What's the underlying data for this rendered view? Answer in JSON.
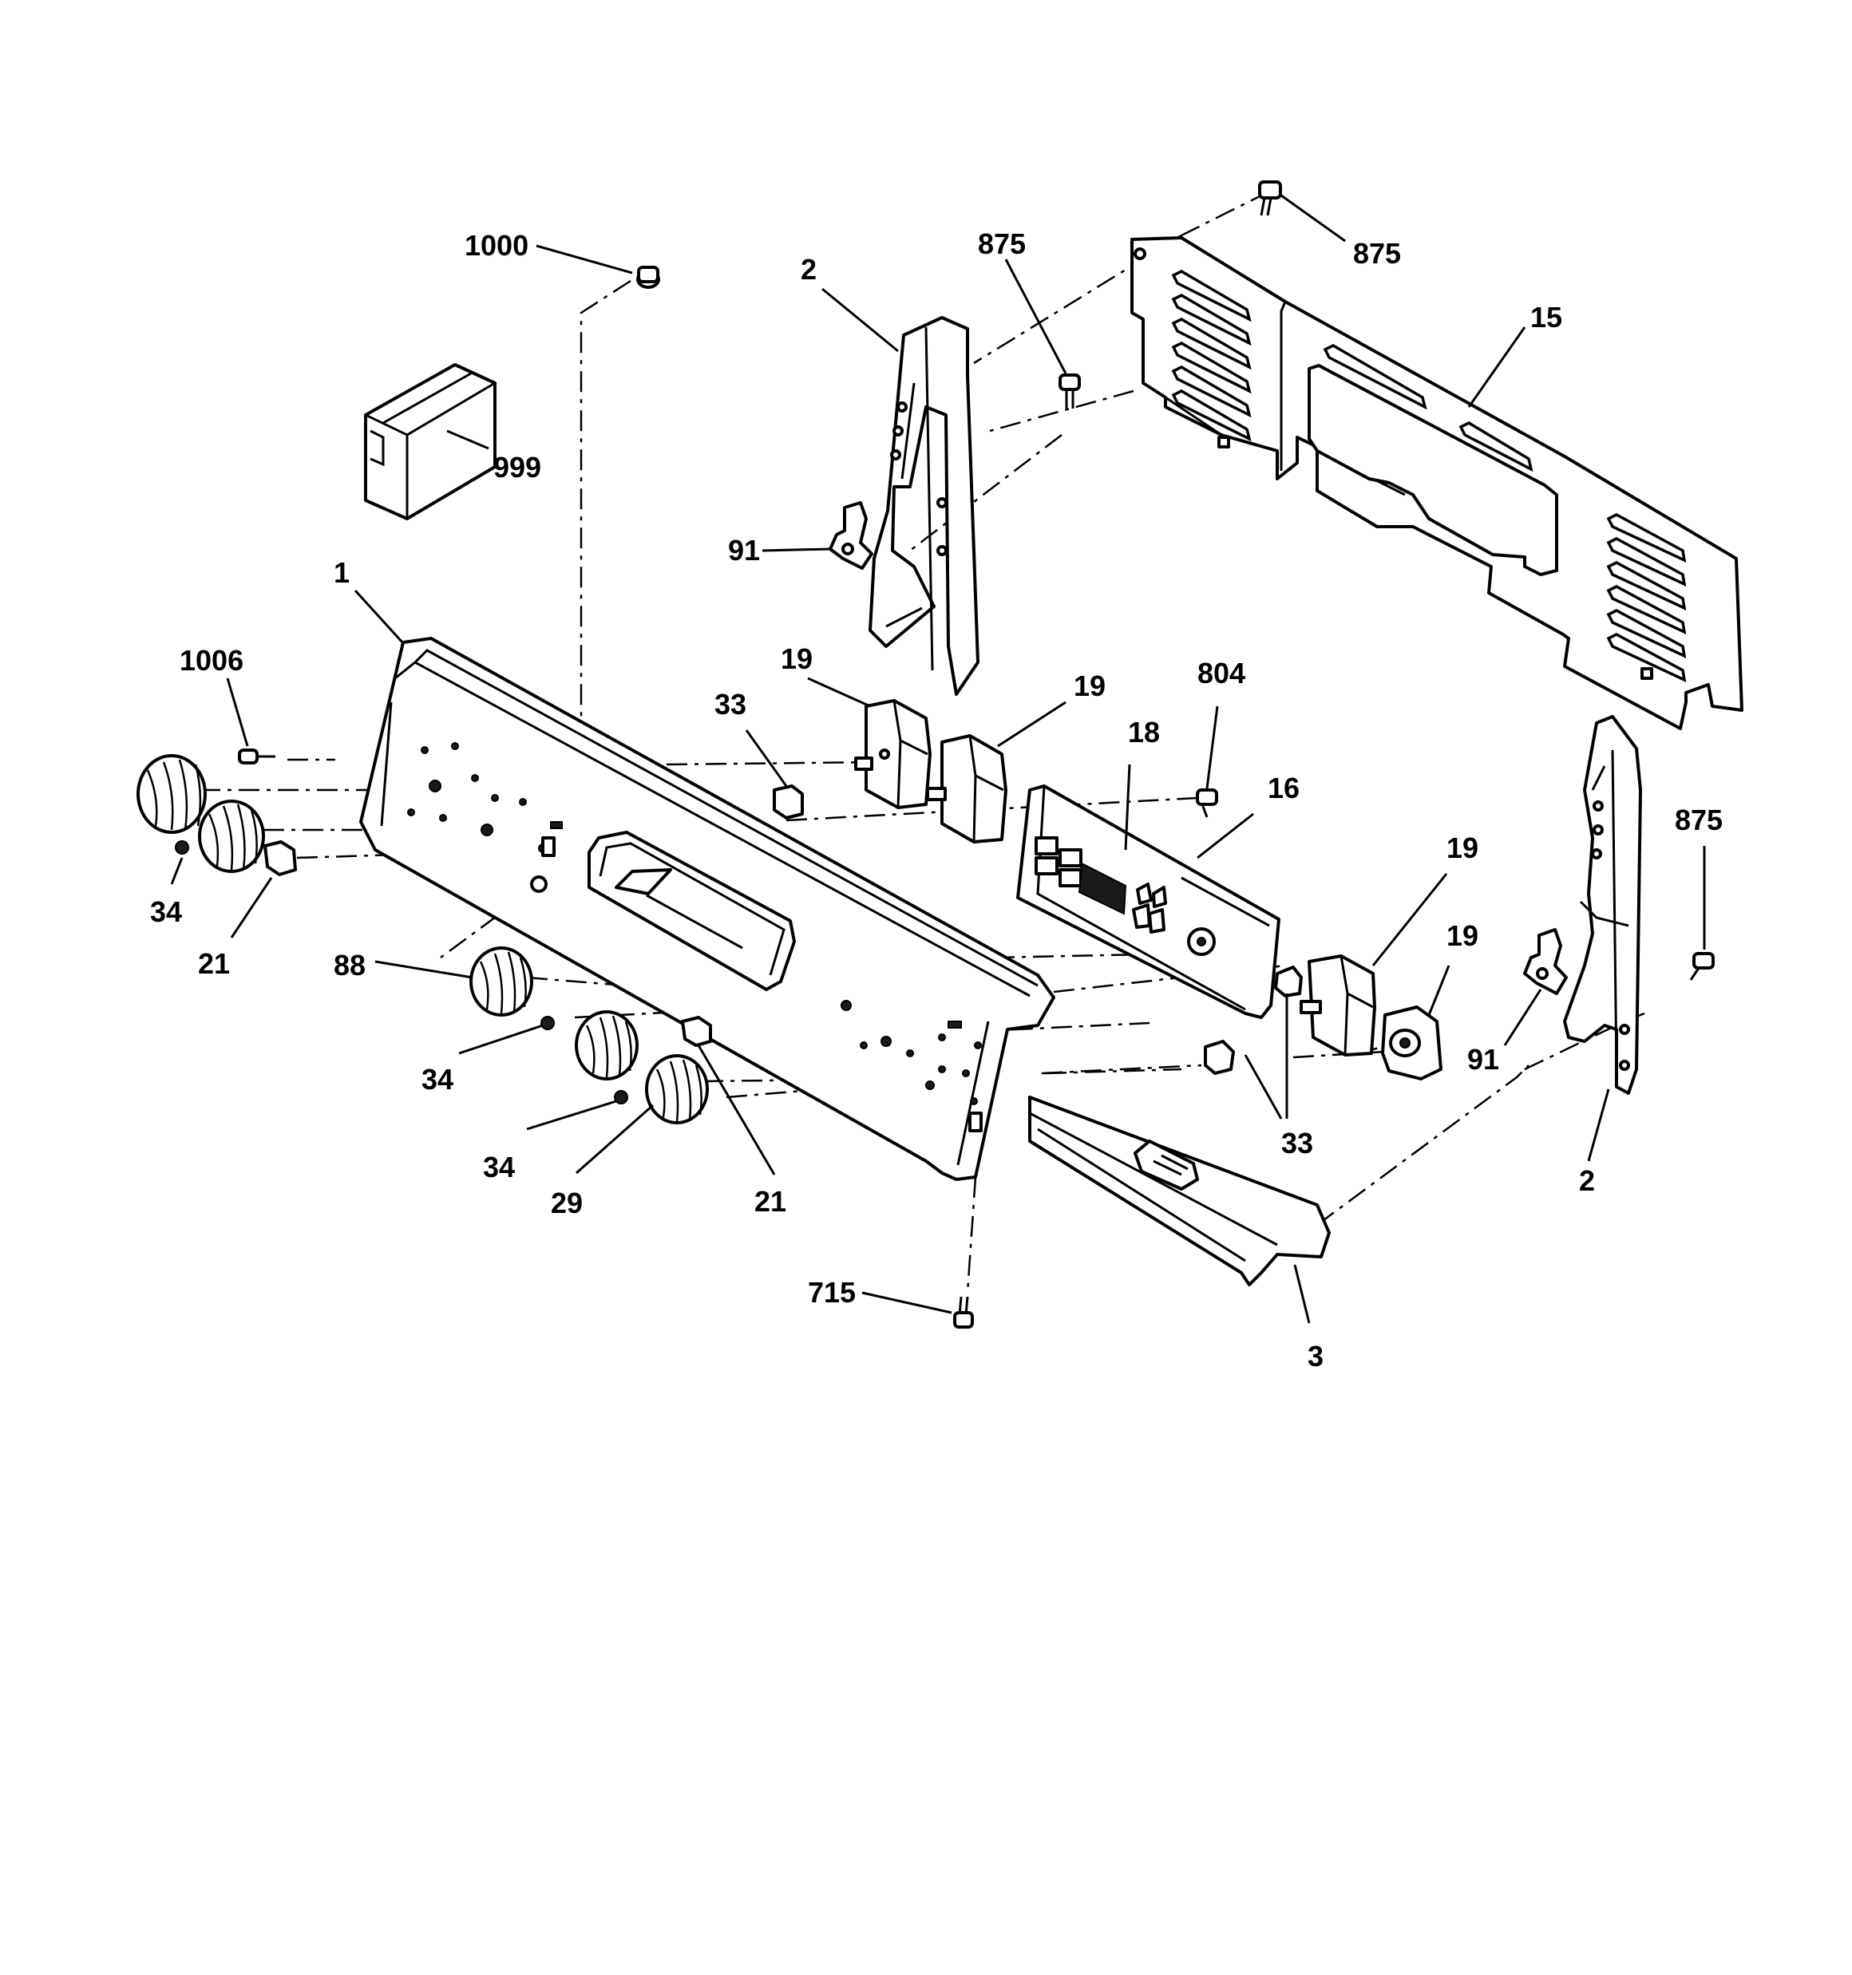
{
  "callouts": {
    "c1000": "1000",
    "c999": "999",
    "c1": "1",
    "c1006": "1006",
    "c34a": "34",
    "c21a": "21",
    "c88": "88",
    "c34b": "34",
    "c34c": "34",
    "c29": "29",
    "c21b": "21",
    "c715": "715",
    "c3": "3",
    "c2a": "2",
    "c91a": "91",
    "c875a": "875",
    "c875b": "875",
    "c15": "15",
    "c19a": "19",
    "c19b": "19",
    "c33a": "33",
    "c804": "804",
    "c18": "18",
    "c16": "16",
    "c19c": "19",
    "c19d": "19",
    "c33b": "33",
    "c875c": "875",
    "c91b": "91",
    "c2b": "2"
  }
}
